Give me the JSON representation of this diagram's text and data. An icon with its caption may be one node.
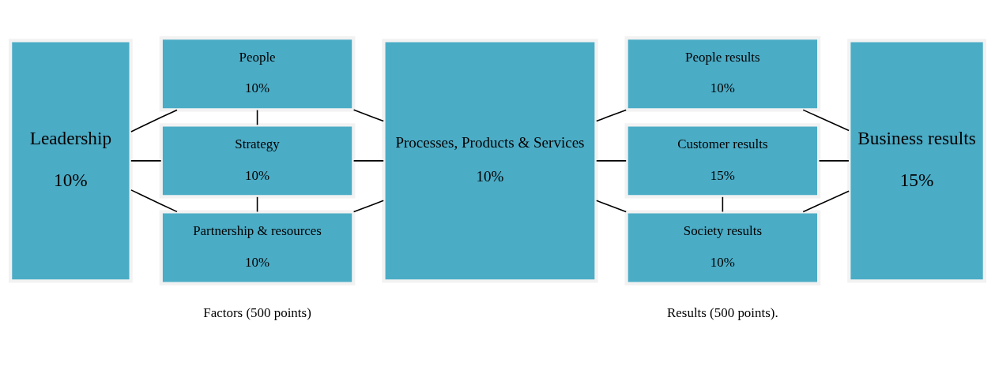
{
  "diagram": {
    "nodes": [
      {
        "text": [
          "Leadership",
          "10%"
        ]
      },
      {
        "text": [
          "People",
          "10%"
        ]
      },
      {
        "text": [
          "Strategy",
          "10%"
        ]
      },
      {
        "text": [
          "Partnership & resources",
          "10%"
        ]
      },
      {
        "text": [
          "Processes, Products & Services",
          "10%"
        ]
      },
      {
        "text": [
          "People results",
          "10%"
        ]
      },
      {
        "text": [
          "Customer results",
          "15%"
        ]
      },
      {
        "text": [
          "Society results",
          "10%"
        ]
      },
      {
        "text": [
          "Business results",
          "15%"
        ]
      }
    ],
    "edges": [
      {
        "from": 0,
        "to": 1,
        "arrow": "none"
      },
      {
        "from": 0,
        "to": 2,
        "arrow": "none"
      },
      {
        "from": 0,
        "to": 3,
        "arrow": "none"
      },
      {
        "from": 1,
        "to": 2,
        "arrow": "none"
      },
      {
        "from": 2,
        "to": 3,
        "arrow": "none"
      },
      {
        "from": 1,
        "to": 4,
        "arrow": "none"
      },
      {
        "from": 2,
        "to": 4,
        "arrow": "none"
      },
      {
        "from": 3,
        "to": 4,
        "arrow": "none"
      },
      {
        "from": 4,
        "to": 5,
        "arrow": "none"
      },
      {
        "from": 4,
        "to": 6,
        "arrow": "none"
      },
      {
        "from": 4,
        "to": 7,
        "arrow": "none"
      },
      {
        "from": 6,
        "to": 7,
        "arrow": "none"
      },
      {
        "from": 5,
        "to": 8,
        "arrow": "none"
      },
      {
        "from": 6,
        "to": 8,
        "arrow": "none"
      },
      {
        "from": 7,
        "to": 8,
        "arrow": "none"
      }
    ],
    "labels": [
      "Factors (500 points)",
      "Results (500 points)."
    ]
  }
}
